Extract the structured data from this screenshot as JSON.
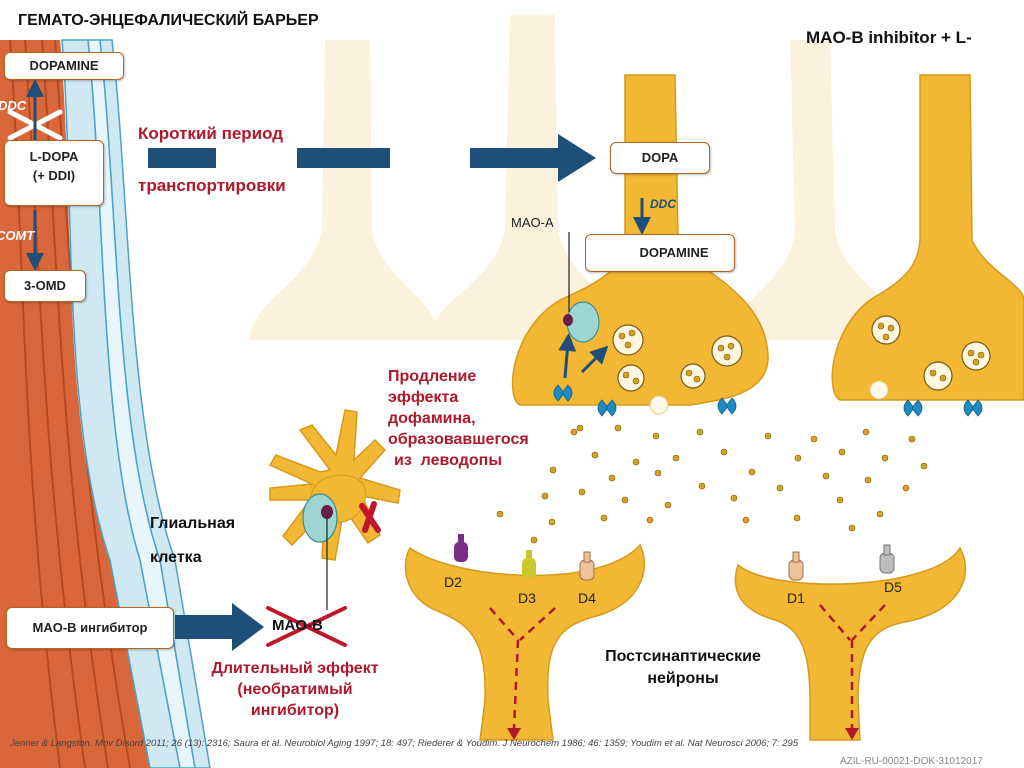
{
  "title": "ГЕМАТО-ЭНЦЕФАЛИЧЕСКИЙ БАРЬЕР",
  "title_right": "MAO-B inhibitor + L-",
  "vessel": {
    "dopamine": "DOPAMINE",
    "ddc": "DDC",
    "ldopa_line1": "L-DOPA",
    "ldopa_line2": "(+ DDI)",
    "comt": "COMT",
    "omd": "3-OMD"
  },
  "transport": {
    "line1": "Короткий период",
    "line2": "транспортировки"
  },
  "presynaptic": {
    "dopa": "DOPA",
    "ddc": "DDC",
    "mao_a": "MAO-A",
    "dopamine": "DOPAMINE"
  },
  "prolongation": [
    "Продление",
    "эффекта",
    "дофамина,",
    "образовавшегося",
    "из  леводопы"
  ],
  "glial": {
    "line1": "Глиальная",
    "line2": "клетка",
    "maob": "MAO-B"
  },
  "inhibitor": {
    "label": "MAO-B ингибитор",
    "effect": [
      "Длительный эффект",
      "(необратимый",
      "ингибитор)"
    ]
  },
  "receptors": {
    "d2": "D2",
    "d3": "D3",
    "d4": "D4",
    "d1": "D1",
    "d5": "D5"
  },
  "postsynaptic": [
    "Постсинаптические",
    "нейроны"
  ],
  "reference": "Jenner & Langston. Mov Disord 2011; 26 (13): 2316; Saura et al. Neurobiol Aging 1997; 18: 497; Riederer & Youdim. J Neurochem 1986; 46: 1359; Youdim et al. Nat Neurosci 2006; 7: 295",
  "code": "AZIL-RU-00021-DOK-31012017",
  "colors": {
    "neuron": "#f2b733",
    "neuron_faded": "#fbf1dc",
    "vessel": "#d9673a",
    "arrow": "#1f4e79",
    "accent_red": "#b0182b",
    "receptor_blue": "#1e8bc3"
  }
}
